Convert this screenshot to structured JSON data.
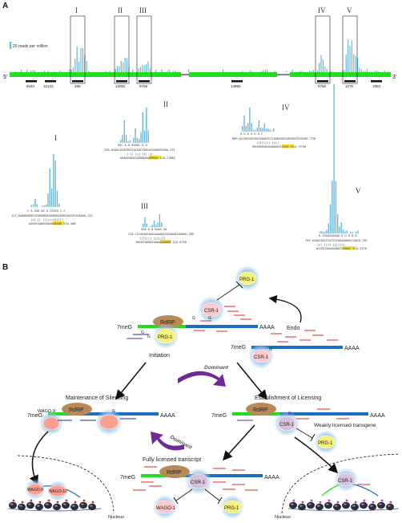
{
  "panel_a": {
    "label": "A",
    "legend": "20 reads per million",
    "end5": "5'",
    "end3": "3'",
    "box_labels": [
      "I",
      "II",
      "III",
      "IV",
      "V"
    ],
    "site_labels": [
      "6040",
      "12122",
      "488",
      "13062",
      "9758",
      "13869",
      "9756",
      "1276",
      "1953"
    ],
    "zoom": {
      "I": {
        "title": "I",
        "read_letters": "C A GGG    AG A  CGUCA  C   C",
        "top": "117-AAAAUUAUCCUUAAAUUUAUUUAAAUGCAACUCGGAAAA-152",
        "pairs": "|+|  || ||||++||||||",
        "bottom": "AGUUCGAUUUUAGUAAGGU 21U-488"
      },
      "II": {
        "title": "II",
        "read_letters": "GGC A  U  AGUAC A A",
        "top": "220-UCAACACUCUUGCACUACGUUCUGUUAUGGGUA-231",
        "pairs": "| ||  |+| ||| ||",
        "bottom": "UAAAAUGGGGAUAUAAAUGUAU 21U-13062"
      },
      "III": {
        "title": "III",
        "read_letters": "GGA A   U  GUAC GA",
        "top": "270-CCCAGAUCAAGAUAAGCGGCAUGACUUUUU-299",
        "pairs": "||||||| |||||||",
        "bottom": "UUUGCAGUACUAAAGAAGUU 21U-9758"
      },
      "IV": {
        "title": "IV",
        "read_letters": "G U   A  G   U   U   C",
        "top": "689-ACCAUGUGCAACAAAGCUCCAAUUGGCGAUGGCCCUGGUC-730",
        "pairs": "|||||||| |+||",
        "bottom": "UUUUUUGGUAAGAUAGCCGGU 21ur-9756"
      },
      "V": {
        "title": "V",
        "read_letters": "U  CUGACGAGGA G U  U  U  G",
        "top": "759-ACAACAGCCCUCCCCAAAAAUUCCAACG-787",
        "pairs": "|+| |||+ |||||||",
        "bottom": "ACGGCCGAAAGUUCGUUAGC 21U-1276"
      }
    }
  },
  "panel_b": {
    "label": "B",
    "initiation": {
      "mod": "7meG",
      "rdrp": "RdRP",
      "csr1_top": "CSR-1",
      "prg1_top": "PRG-1",
      "prg1_mid": "PRG-1",
      "g_marks": [
        "G",
        "G",
        "G",
        "G"
      ],
      "aaaa": "AAAA",
      "caption": "Initiation"
    },
    "endo": {
      "label": "Endo",
      "mod": "7meG",
      "csr1": "CSR-1",
      "g_mark": "G",
      "aaaa": "AAAA"
    },
    "dominant_top": "Dominant",
    "dominant_mid": "Dominant",
    "maintenance": {
      "title": "Maintenance of Silencing",
      "mod": "7meG",
      "wago9": "WAGO-9",
      "rdrp": "RdRP",
      "g_mark": "G",
      "aaaa": "AAAA"
    },
    "establishment": {
      "title": "Establishment of Licensing",
      "mod": "7meG",
      "rdrp": "RdRP",
      "csr1": "CSR-1",
      "g_mark": "G",
      "aaaa": "AAAA",
      "weak_label": "Weakly licensed transgene",
      "prg1": "PRG-1"
    },
    "fully": {
      "title": "Fully licensed transcript",
      "mod": "7meG",
      "rdrp": "RdRP",
      "csr1": "CSR-1",
      "aaaa": "AAAA",
      "wago1": "WAGO-1",
      "prg1": "PRG-1"
    },
    "nucleus_left": {
      "label": "Nucleus",
      "wago9": "WAGO-9",
      "wago10": "WAGO-10"
    },
    "nucleus_right": {
      "label": "Nucleus",
      "csr1": "CSR-1"
    }
  },
  "colors": {
    "green": "#22dd22",
    "blue": "#1a6fc0",
    "red": "#e02a2a",
    "navy": "#1d2f8f",
    "purple": "#6f2a96",
    "bars": "#69b8d8",
    "highlight": "#f5e13a",
    "rdrp": "#b98a57",
    "prg1": "#f4f27a",
    "csr1": "#ffc8cc",
    "wago_red": "#ff9f8f",
    "halo": "#9cc6ea"
  }
}
